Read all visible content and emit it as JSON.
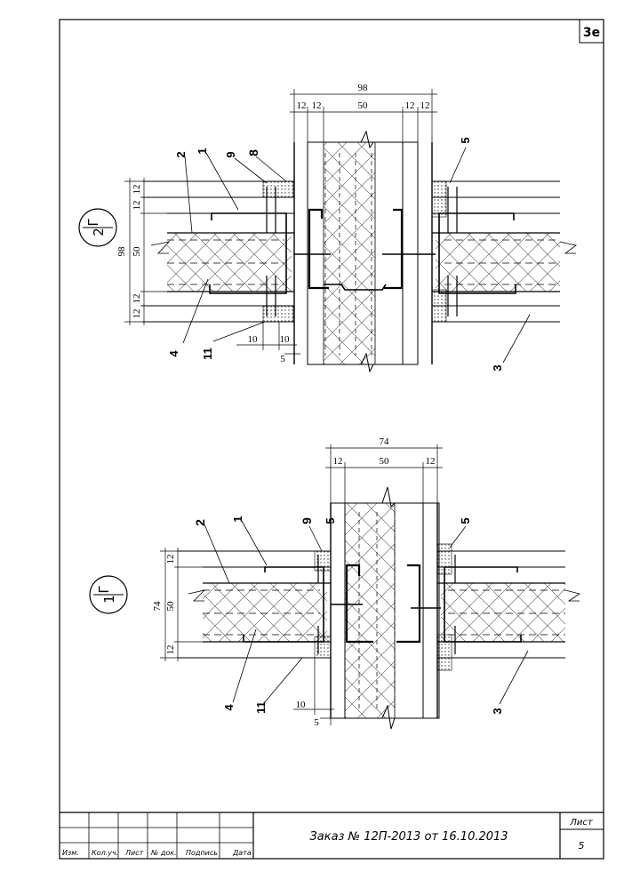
{
  "sheet_code": "3е",
  "title_block": {
    "order_text": "Заказ № 12П-2013 от 16.10.2013",
    "sheet_label": "Лист",
    "sheet_number": "5",
    "columns": [
      "Изм.",
      "Кол.уч.",
      "Лист",
      "№ док.",
      "Подпись",
      "Дата"
    ]
  },
  "section_top": {
    "marker_letter": "Г",
    "marker_number": "2",
    "dims_top": {
      "total": "98",
      "a": "12",
      "b": "12",
      "middle": "50",
      "c": "12",
      "d": "12"
    },
    "dims_left": {
      "total": "98",
      "a": "12",
      "b": "12",
      "middle": "50",
      "c": "12",
      "d": "12"
    },
    "dims_bottom": {
      "gap1": "10",
      "gap2": "10",
      "gap3": "5"
    },
    "callouts": {
      "c1": "1",
      "c2": "2",
      "c3": "3",
      "c4": "4",
      "c5": "5",
      "c8": "8",
      "c9": "9",
      "c11": "11"
    }
  },
  "section_bottom": {
    "marker_letter": "Г",
    "marker_number": "1",
    "dims_top": {
      "total": "74",
      "a": "12",
      "middle": "50",
      "b": "12"
    },
    "dims_left": {
      "total": "74",
      "a": "12",
      "middle": "50",
      "b": "12"
    },
    "dims_bottom": {
      "gap1": "10",
      "gap2": "5"
    },
    "callouts": {
      "c1": "1",
      "c2": "2",
      "c3": "3",
      "c4": "4",
      "c5a": "5",
      "c5b": "5",
      "c9": "9",
      "c11": "11"
    }
  }
}
